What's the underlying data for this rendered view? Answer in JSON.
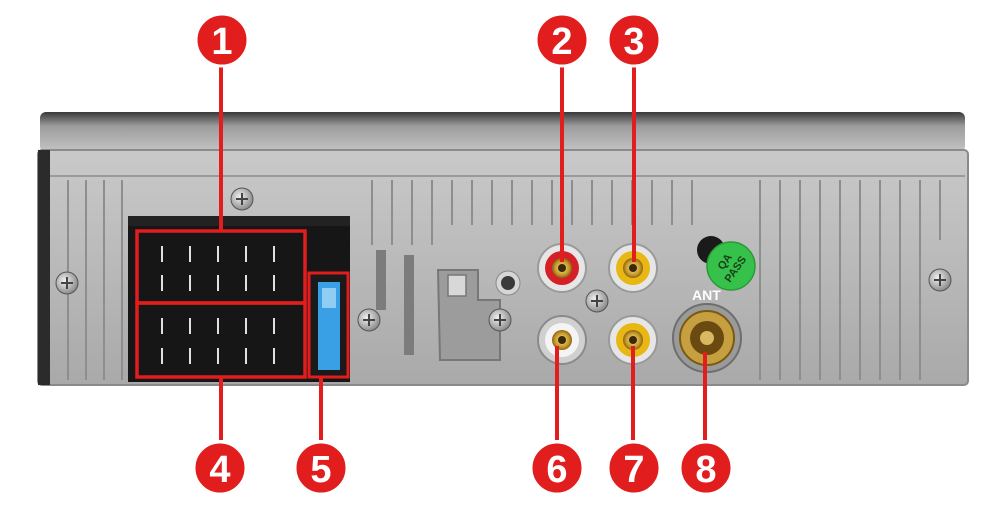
{
  "callouts": [
    {
      "number": "1"
    },
    {
      "number": "2"
    },
    {
      "number": "3"
    },
    {
      "number": "4"
    },
    {
      "number": "5"
    },
    {
      "number": "6"
    },
    {
      "number": "7"
    },
    {
      "number": "8"
    }
  ],
  "sticker": {
    "line1": "QA",
    "line2": "PASS"
  },
  "antenna_label": "ANT",
  "colors": {
    "callout_red": "#e21d1d",
    "chassis_gray": "#b5b5b5",
    "rca_red": "#d42026",
    "rca_yellow": "#e8b714",
    "rca_white": "#f4f4f4",
    "fuse_blue": "#3aa0e6",
    "sticker_green": "#36c24a"
  }
}
